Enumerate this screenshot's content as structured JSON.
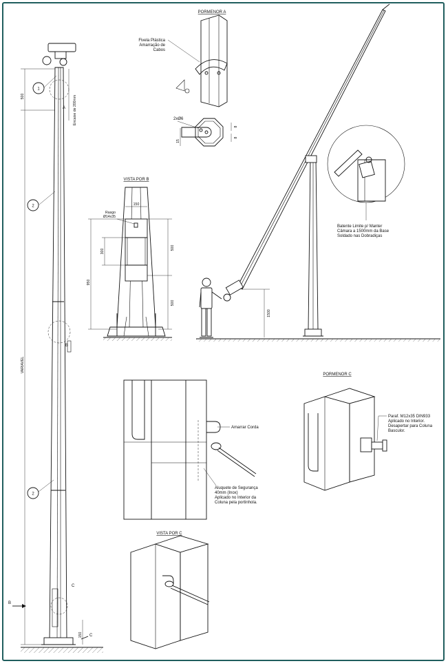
{
  "views": {
    "pormenor_a": "PORMENOR A",
    "vista_b": "VISTA POR B",
    "pormenor_c": "PORMENOR C",
    "vista_c": "VISTA POR C"
  },
  "callouts": {
    "fivela": [
      "Fivela Plástica",
      "Amarração de",
      "Cabos"
    ],
    "batente": [
      "Batente Limite p/ Manter",
      "Câmara a 1500mm da Base",
      "Soldado nas Dobradiças"
    ],
    "paraf": [
      "Paraf. M12x35 DIN933",
      "Aplicado no Interior.",
      "Desapertar para Coluna",
      "Basculor."
    ],
    "amarrar": "Amarrar Corda",
    "aloquete": [
      "Aluquete de Segurança",
      "40mm (Inox)",
      "Aplicado no Interior da",
      "Coluna pela portinhola."
    ]
  },
  "dimensions": {
    "d500_top": "500",
    "encaixe": "Encaixe de 200mm",
    "variavel": "VARIAVEL",
    "d150": "150",
    "rasgo": [
      "Rasgo",
      "Ø14x35"
    ],
    "d300": "300",
    "d950": "950",
    "d500_b1": "500",
    "d500_b2": "500",
    "d1500": "1500",
    "holes": "2xØ6",
    "d15": "15",
    "d8a": "8",
    "d8b": "8",
    "d150_base": "150"
  },
  "markers": {
    "item1": "1",
    "item2a": "2",
    "item2b": "2",
    "letter_a": "A",
    "letter_b": "B",
    "letter_b_left": "B",
    "letter_c": "C",
    "letter_c_low": "C"
  }
}
